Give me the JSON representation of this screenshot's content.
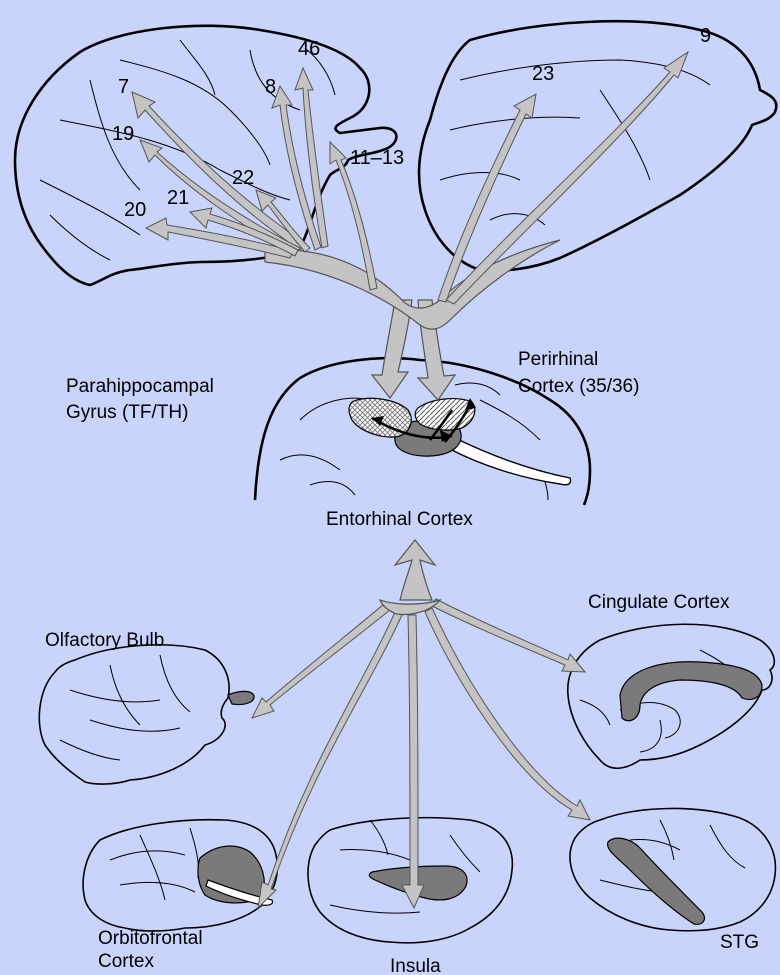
{
  "area_numbers": [
    "7",
    "19",
    "20",
    "21",
    "22",
    "8",
    "46",
    "11–13",
    "23",
    "9"
  ],
  "labels": {
    "parahippocampal": [
      "Parahippocampal",
      "Gyrus (TF/TH)"
    ],
    "perirhinal": [
      "Perirhinal",
      "Cortex (35/36)"
    ],
    "entorhinal": "Entorhinal Cortex",
    "olfactory": "Olfactory Bulb",
    "cingulate": "Cingulate Cortex",
    "orbitofrontal": [
      "Orbitofrontal",
      "Cortex"
    ],
    "insula": "Insula",
    "stg": "STG"
  }
}
